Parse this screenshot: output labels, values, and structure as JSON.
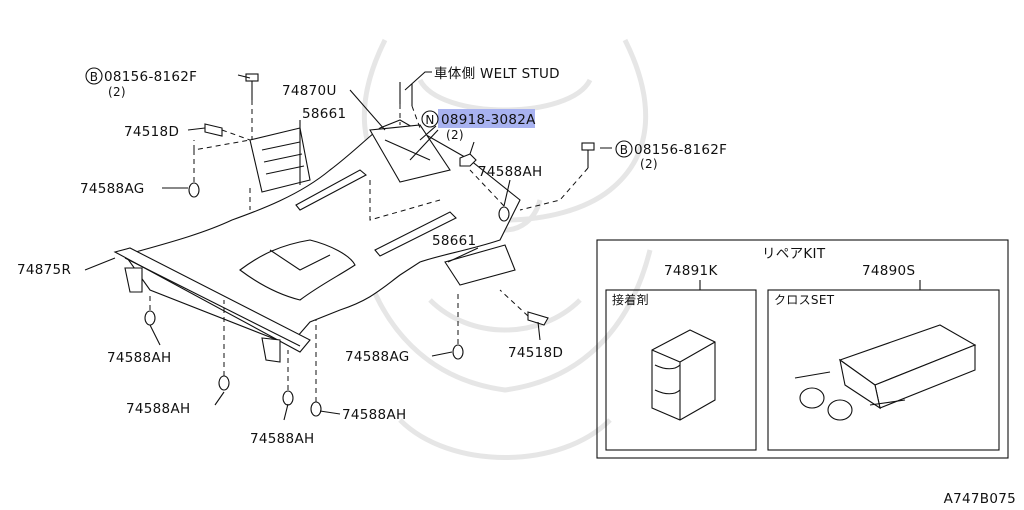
{
  "labels": {
    "bolt_left": "08156-8162F",
    "bolt_left_qty": "(2)",
    "stud_note": "車体側 WELT STUD",
    "p74870u": "74870U",
    "nut_num": "08918-3082A",
    "nut_qty": "(2)",
    "bolt_right": "08156-8162F",
    "bolt_right_qty": "(2)",
    "p58661_top": "58661",
    "p74518d_left": "74518D",
    "p74588ag_left": "74588AG",
    "p74588ah_right": "74588AH",
    "p74875r": "74875R",
    "p58661_mid": "58661",
    "p74518d_right": "74518D",
    "p74588ah_left": "74588AH",
    "p74588ag_bottom": "74588AG",
    "p74588ah_b1": "74588AH",
    "p74588ah_b2": "74588AH",
    "p74588ah_b3": "74588AH",
    "repair_kit": "リペアKIT",
    "p74891k": "74891K",
    "p74890s": "74890S",
    "adhesive": "接着剤",
    "cloth_set": "クロスSET",
    "diagram_code": "A747B075",
    "badge_b": "B",
    "badge_n": "N"
  },
  "colors": {
    "highlight": "#a8b2f0",
    "line": "#111111",
    "watermark": "#e6e6e6"
  }
}
